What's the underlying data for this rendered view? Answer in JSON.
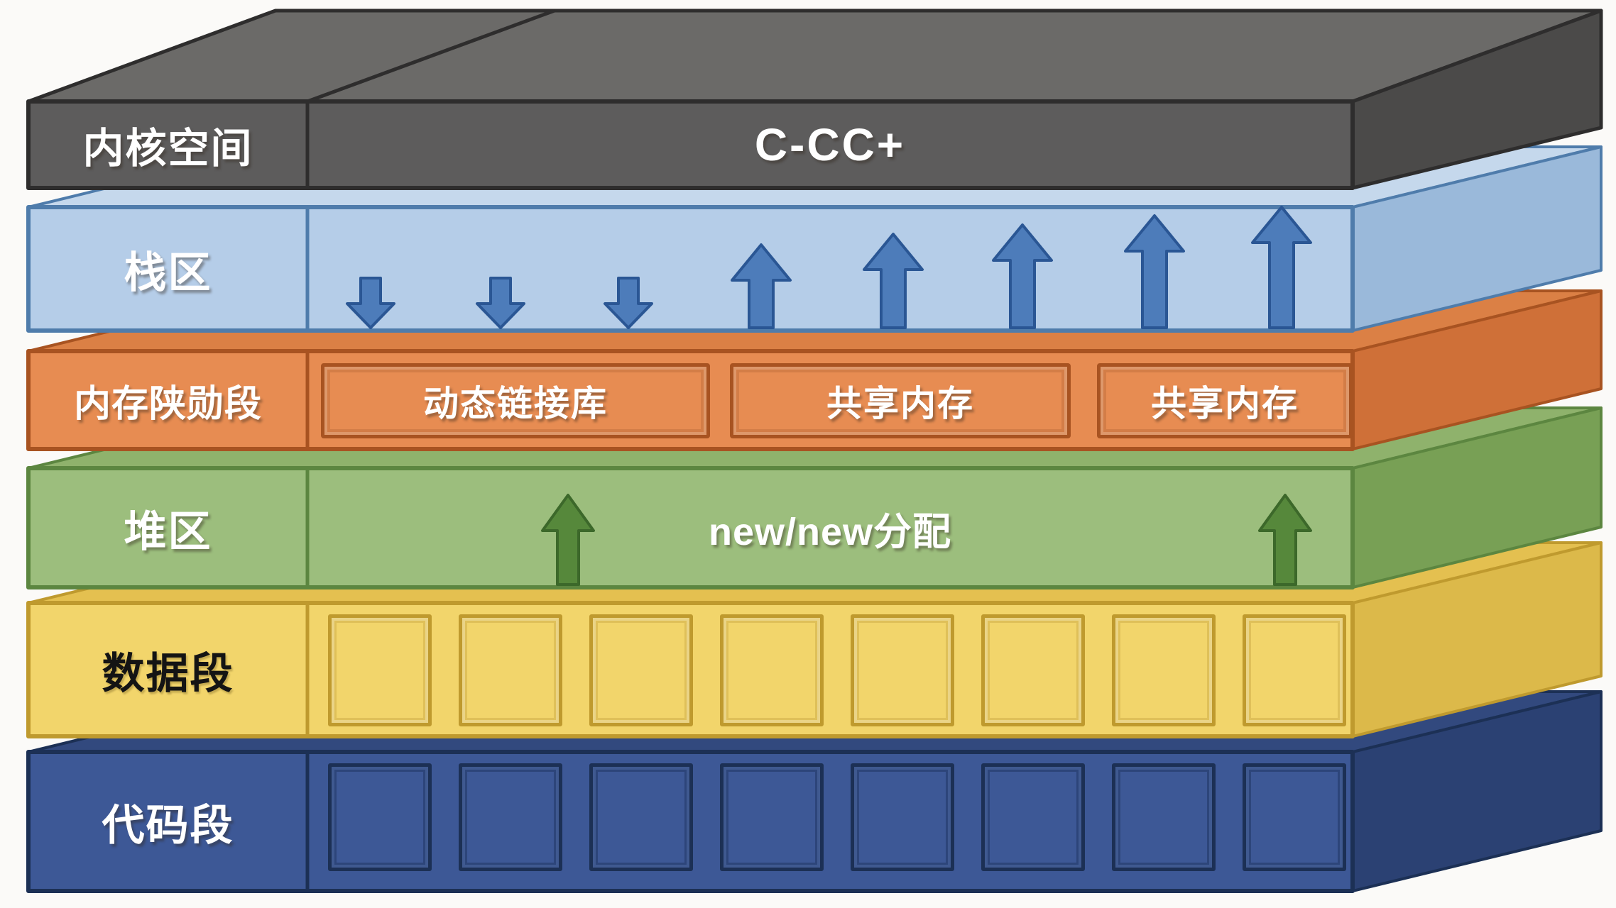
{
  "diagram": {
    "type": "3d-stacked-memory-layout",
    "background_color": "#fbfaf8",
    "layers": [
      {
        "key": "kernel-space",
        "label": "内核空间",
        "content": "C-CC+",
        "front_color": "#5d5c5c",
        "top_color": "#6b6a68",
        "side_color": "#4b4a49",
        "border_color": "#2e2d2d",
        "text_color": "#ffffff"
      },
      {
        "key": "stack-area",
        "label": "栈区",
        "front_color": "#b5cde8",
        "top_color": "#c5d8ec",
        "side_color": "#9ab9da",
        "border_color": "#4f7cab",
        "arrow_fill": "#4d7cba",
        "arrow_border": "#2a5694",
        "down_arrow_count": 3,
        "up_arrow_count": 5
      },
      {
        "key": "memory-mapping-segment",
        "label": "内存陕勋段",
        "front_color": "#e78c52",
        "top_color": "#db8045",
        "side_color": "#cf7038",
        "border_color": "#a85321",
        "text_color": "#ffffff",
        "boxes": [
          "动态链接库",
          "共享内存",
          "共享内存"
        ]
      },
      {
        "key": "heap-area",
        "label": "堆区",
        "content": "new/new分配",
        "front_color": "#9cbe7d",
        "top_color": "#8fb26c",
        "side_color": "#78a055",
        "border_color": "#5c8640",
        "arrow_fill": "#56883b",
        "arrow_border": "#3c682a",
        "up_arrow_count": 2,
        "text_color": "#ffffff"
      },
      {
        "key": "data-segment",
        "label": "数据段",
        "front_color": "#f2d56b",
        "top_color": "#e4c050",
        "side_color": "#dcb94a",
        "border_color": "#bf9a2e",
        "cell_count": 8,
        "text_color": "#141414"
      },
      {
        "key": "code-segment",
        "label": "代码段",
        "front_color": "#3d5896",
        "top_color": "#32497e",
        "side_color": "#2b4173",
        "border_color": "#1c3055",
        "cell_count": 8,
        "text_color": "#ffffff"
      }
    ]
  }
}
